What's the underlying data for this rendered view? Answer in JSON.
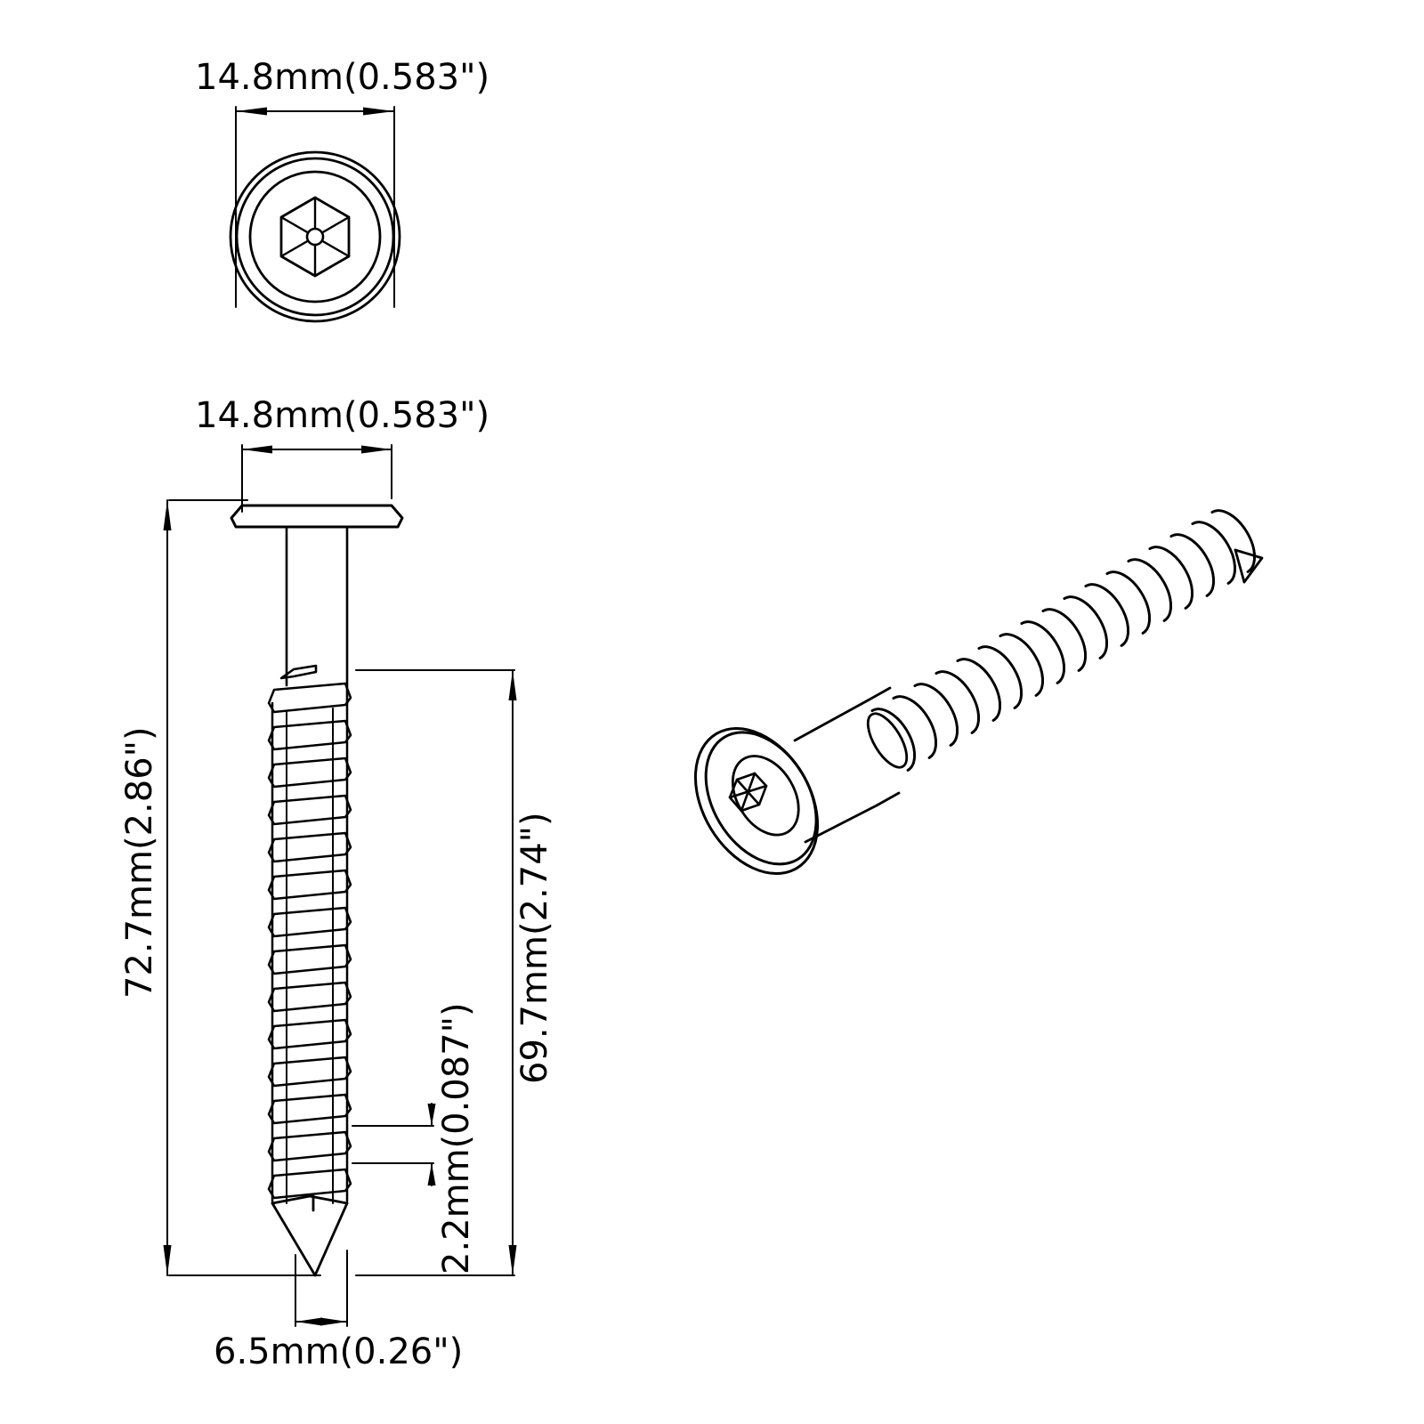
{
  "drawing": {
    "title": "Screw technical dimension drawing",
    "line_color": "#000000",
    "background_color": "#ffffff",
    "views": [
      {
        "name": "head-top-view",
        "description": "Top view of wafer head with hex socket drive"
      },
      {
        "name": "side-elevation-view",
        "description": "Side elevation of screw with wafer head, smooth shank and threaded body ending in a sharp point"
      },
      {
        "name": "isometric-view",
        "description": "Three-quarter isometric pictorial of the screw"
      }
    ]
  },
  "dimensions": {
    "head_diameter_top": "14.8mm(0.583\")",
    "head_diameter_side": "14.8mm(0.583\")",
    "overall_length": "72.7mm(2.86\")",
    "thread_length": "69.7mm(2.74\")",
    "thread_pitch": "2.2mm(0.087\")",
    "point_major_diameter": "6.5mm(0.26\")"
  }
}
